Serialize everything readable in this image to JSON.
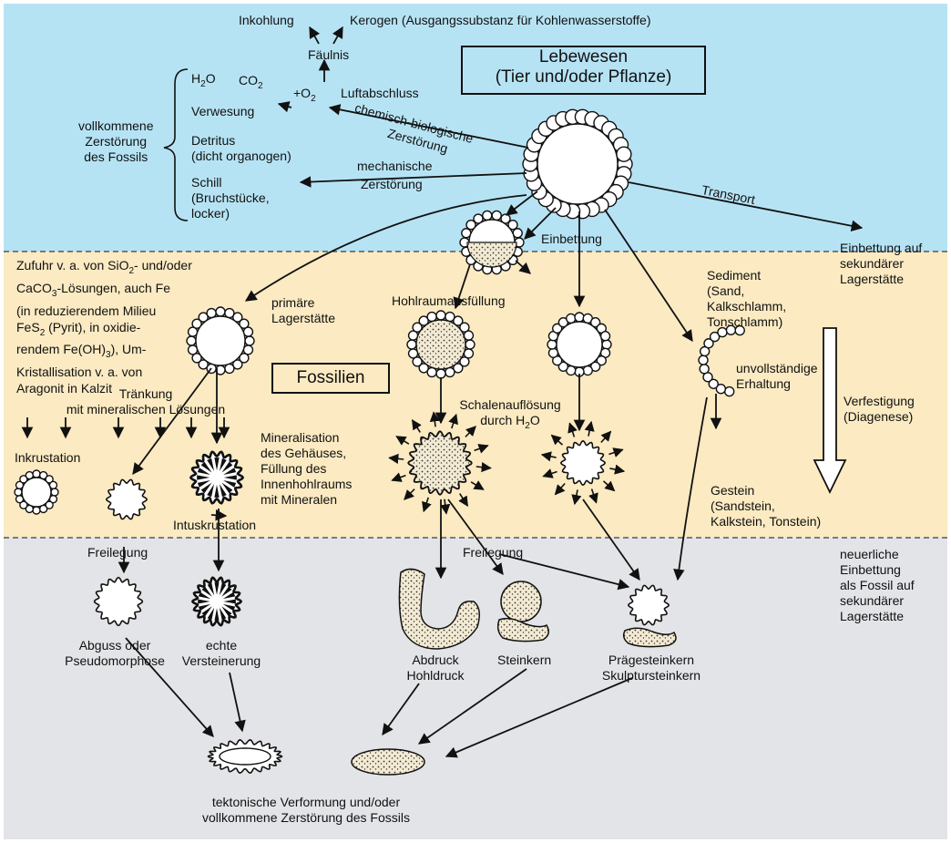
{
  "colors": {
    "air": "#b6e3f4",
    "sediment": "#fbeac2",
    "rock": "#e3e4e7",
    "ink": "#111111",
    "stipple": "#cfc2a2"
  },
  "title": {
    "line1": "Lebewesen",
    "line2": "(Tier und/oder Pflanze)"
  },
  "fossilien": "Fossilien",
  "top": {
    "inkohlung": "Inkohlung",
    "kerogen": "Kerogen (Ausgangssubstanz für Kohlenwasserstoffe)",
    "faulnis": "Fäulnis",
    "luftabschluss": "Luftabschluss",
    "o2_plus": "+O",
    "o2_sub": "2",
    "h2o_h": "H",
    "h2o_sub": "2",
    "h2o_o": "O",
    "co2_co": "CO",
    "co2_sub": "2",
    "verwesung": "Verwesung",
    "detritus1": "Detritus",
    "detritus2": "(dicht organogen)",
    "schill1": "Schill",
    "schill2": "(Bruchstücke,",
    "schill3": "locker)",
    "vollkommene1": "vollkommene",
    "vollkommene2": "Zerstörung",
    "vollkommene3": "des Fossils",
    "chem1": "chemisch-biologische",
    "chem2": "Zerstörung",
    "mech1": "mechanische",
    "mech2": "Zerstörung",
    "transport": "Transport"
  },
  "middle": {
    "zufuhr_a": "Zufuhr v. a. von SiO",
    "zufuhr_b": "2",
    "zufuhr_c": "- und/oder",
    "caco_a": "CaCO",
    "caco_b": "3",
    "caco_c": "-Lösungen, auch Fe",
    "milieu": "(in reduzierendem Milieu",
    "fes_a": "FeS",
    "fes_b": "2",
    "fes_c": " (Pyrit), in oxidie-",
    "rendem_a": "rendem Fe(OH)",
    "rendem_b": "3",
    "rendem_c": "), Um-",
    "kristall": "Kristallisation v. a. von",
    "aragonit": "Aragonit in Kalzit",
    "primare1": "primäre",
    "primare2": "Lagerstätte",
    "einbettung": "Einbettung",
    "hohlraum": "Hohlraumausfüllung",
    "sediment1": "Sediment",
    "sediment2": "(Sand,",
    "sediment3": "Kalkschlamm,",
    "sediment4": "Tonschlamm)",
    "unvoll1": "unvollständige",
    "unvoll2": "Erhaltung",
    "einbett_sek1": "Einbettung auf",
    "einbett_sek2": "sekundärer",
    "einbett_sek3": "Lagerstätte",
    "trankung1": "Tränkung",
    "trankung2": "mit mineralischen Lösungen",
    "inkrustation": "Inkrustation",
    "mineral1": "Mineralisation",
    "mineral2": "des Gehäuses,",
    "mineral3": "Füllung des",
    "mineral4": "Innenhohlraums",
    "mineral5": "mit Mineralen",
    "intus": "Intuskrustation",
    "schalen1": "Schalenauflösung",
    "schalen2a": "durch H",
    "schalen2b": "2",
    "schalen2c": "O",
    "verfest1": "Verfestigung",
    "verfest2": "(Diagenese)",
    "gestein1": "Gestein",
    "gestein2": "(Sandstein,",
    "gestein3": "Kalkstein, Tonstein)"
  },
  "bottom": {
    "freilegung_left": "Freilegung",
    "freilegung_mid": "Freilegung",
    "neuer1": "neuerliche",
    "neuer2": "Einbettung",
    "neuer3": "als Fossil auf",
    "neuer4": "sekundärer",
    "neuer5": "Lagerstätte",
    "abguss1": "Abguss oder",
    "abguss2": "Pseudomorphose",
    "echte1": "echte",
    "echte2": "Versteinerung",
    "abdruck1": "Abdruck",
    "abdruck2": "Hohldruck",
    "steinkern": "Steinkern",
    "prage1": "Prägesteinkern",
    "prage2": "Skulptursteinkern",
    "tekto1": "tektonische Verformung und/oder",
    "tekto2": "vollkommene Zerstörung des Fossils"
  }
}
